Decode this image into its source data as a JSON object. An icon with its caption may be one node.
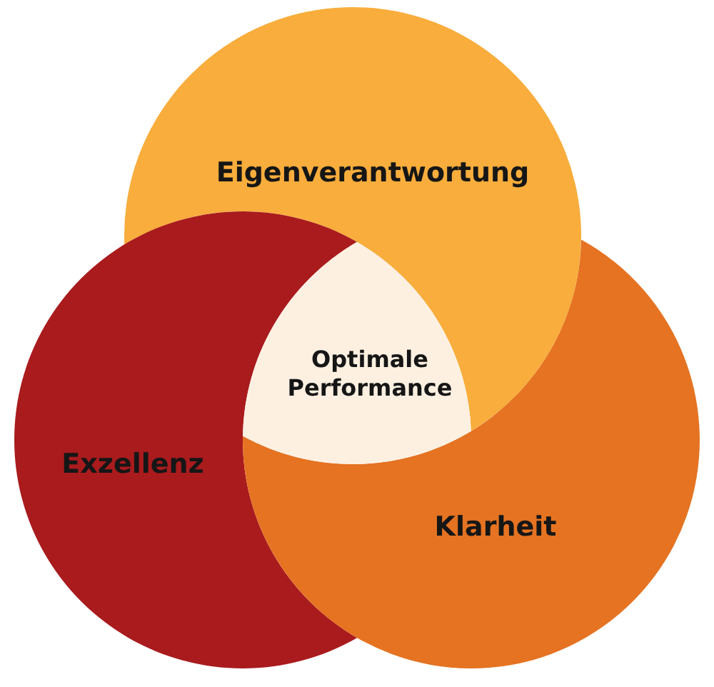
{
  "diagram": {
    "nodes": [
      {
        "text": [
          "Eigenverantwortung"
        ]
      },
      {
        "text": [
          "Optimale Performance"
        ]
      },
      {
        "text": [
          "Exzellenz"
        ]
      },
      {
        "text": [
          "Klarheit"
        ]
      }
    ]
  }
}
